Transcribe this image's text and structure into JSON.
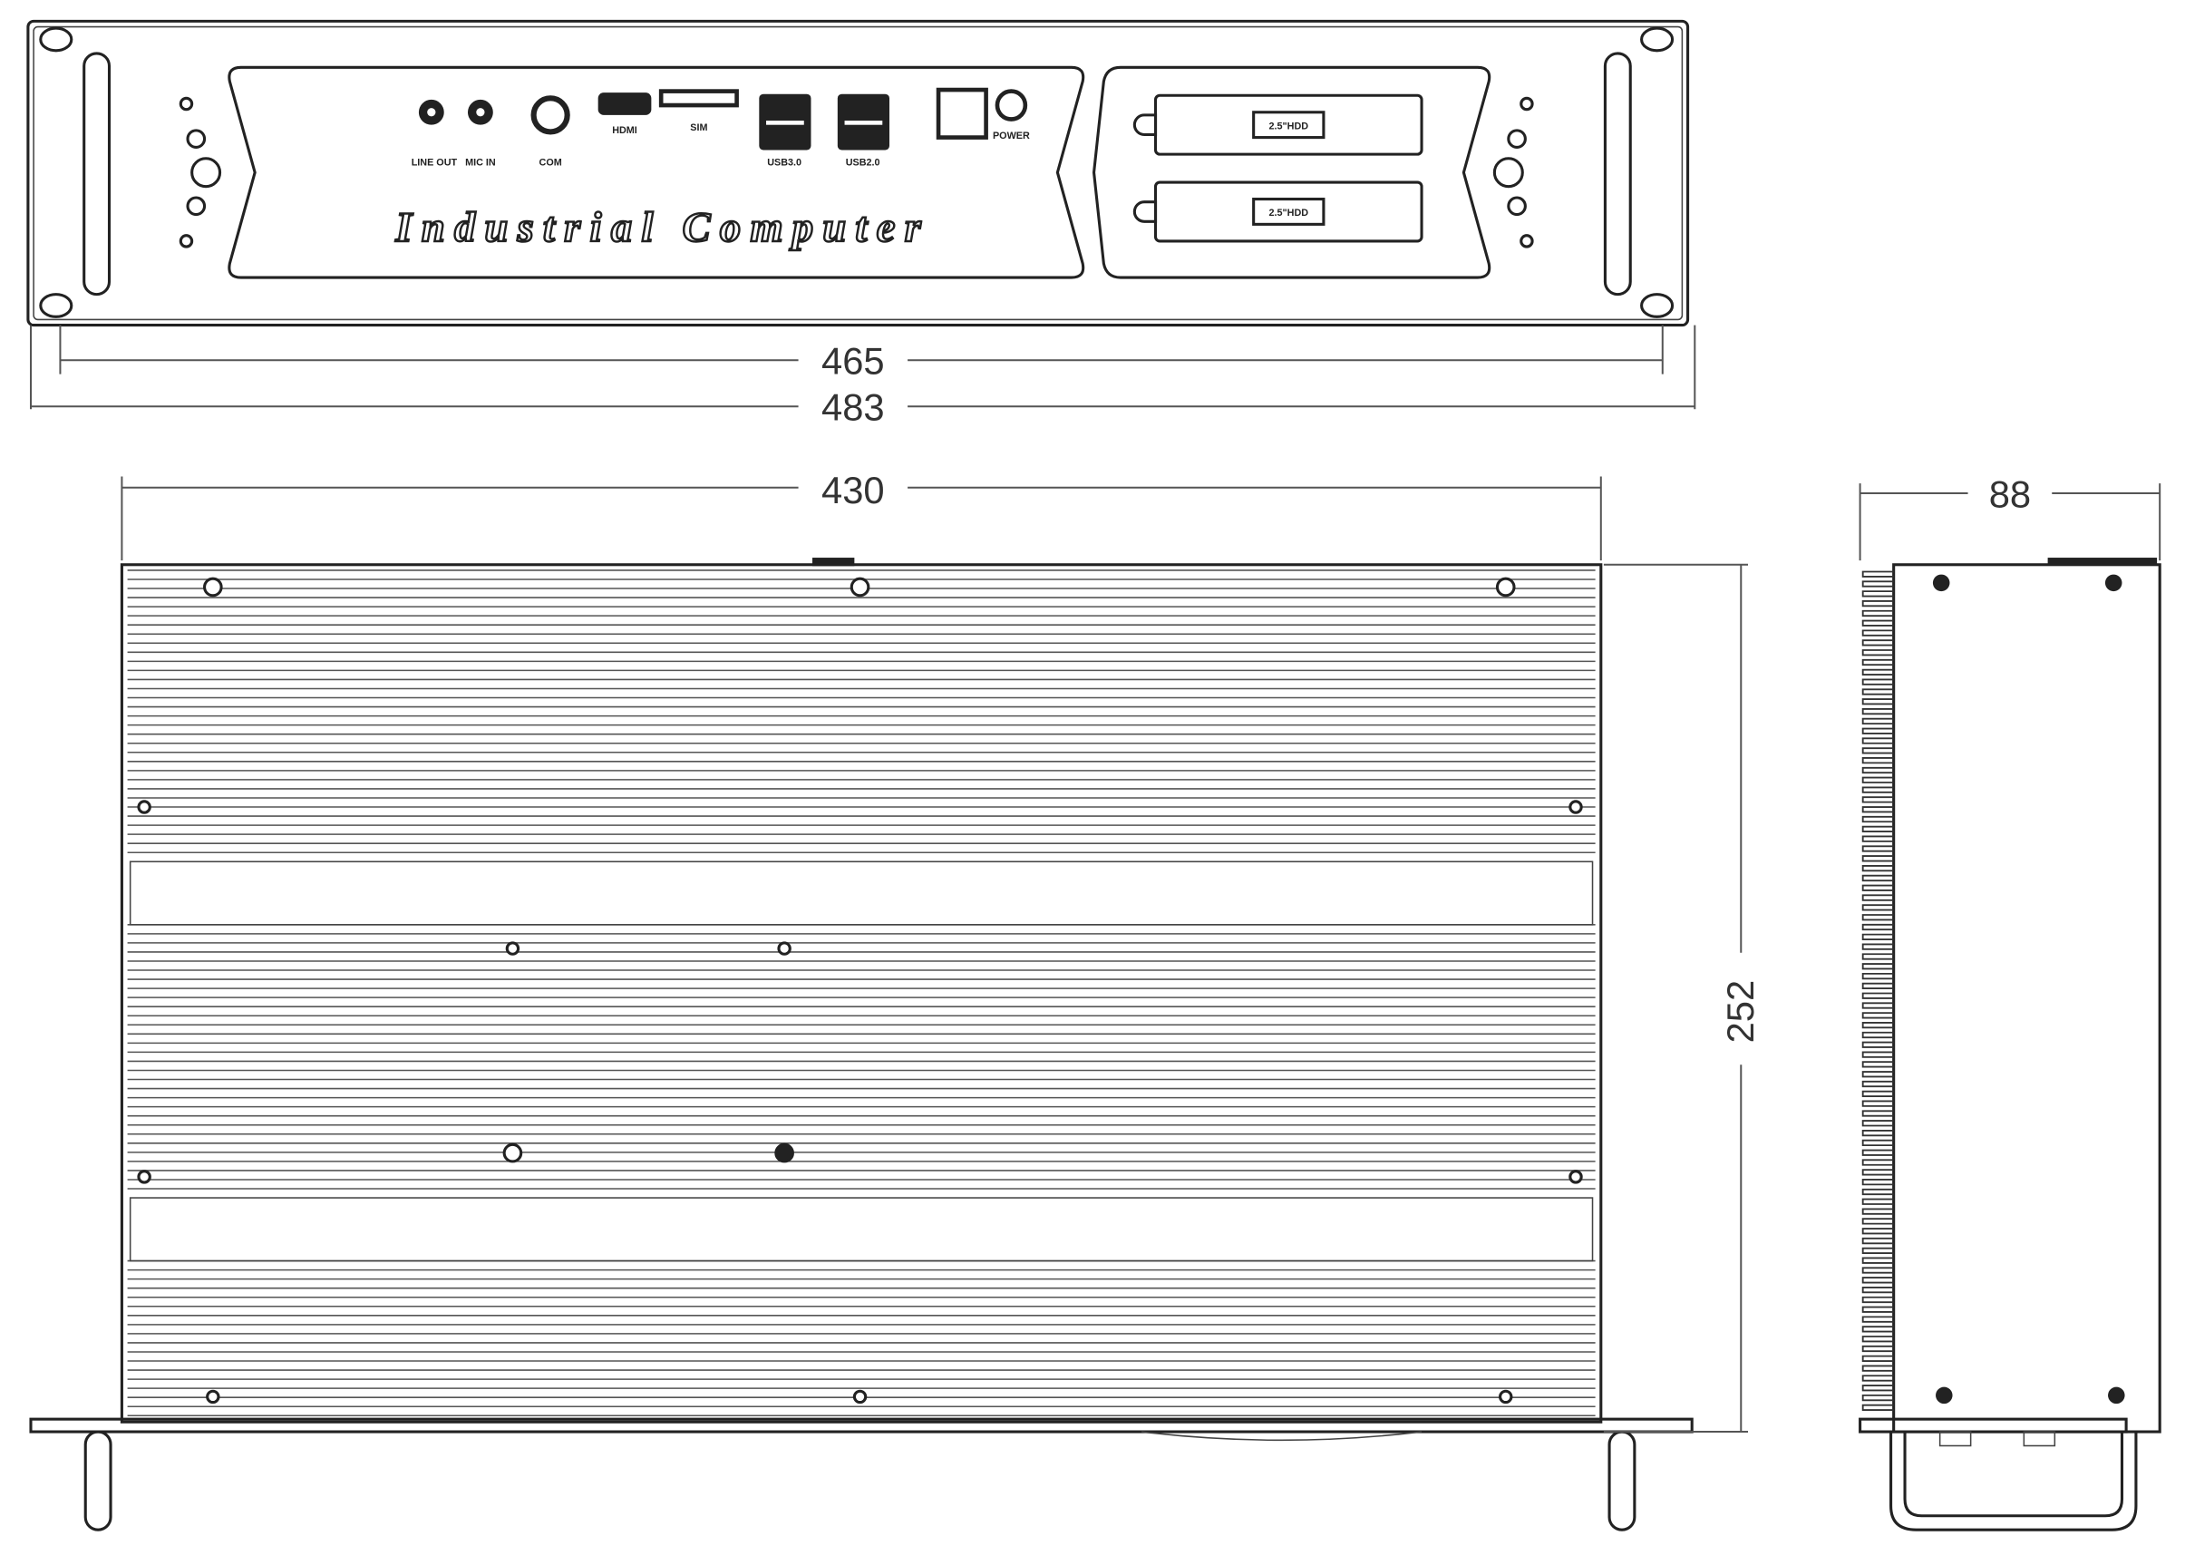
{
  "front_view": {
    "title": "Industrial Computer",
    "port_labels": [
      "LINE OUT",
      "MIC IN",
      "COM",
      "HDMI",
      "SIM",
      "USB3.0",
      "USB2.0",
      "POWER"
    ],
    "drive_bays": [
      "2.5\"HDD",
      "2.5\"HDD"
    ]
  },
  "dimensions": {
    "inner_width": "465",
    "outer_width": "483",
    "body_width": "430",
    "height": "88",
    "depth": "252"
  }
}
